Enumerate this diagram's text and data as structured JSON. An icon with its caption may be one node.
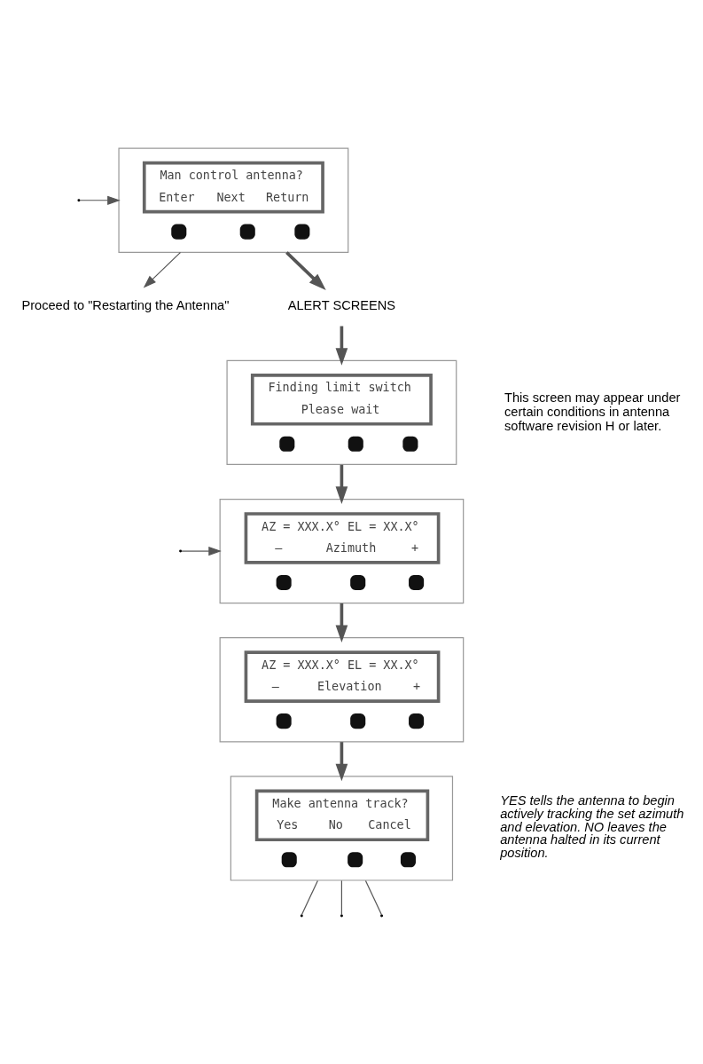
{
  "diagram": {
    "nodes": [
      {
        "text": [
          "Man control antenna?",
          "Enter",
          "Next",
          "Return"
        ]
      },
      {
        "text": [
          "Proceed to \"Restarting the Antenna\""
        ]
      },
      {
        "text": [
          "ALERT SCREENS"
        ]
      },
      {
        "text": [
          "Finding limit switch",
          "Please wait"
        ],
        "beside": [
          "This screen may appear under certain conditions in antenna software revision H or later."
        ]
      },
      {
        "text": [
          "AZ = XXX.X° EL = XX.X°",
          "–",
          "Azimuth",
          "+"
        ]
      },
      {
        "text": [
          "AZ = XXX.X° EL = XX.X°",
          "–",
          "Elevation",
          "+"
        ]
      },
      {
        "text": [
          "Make antenna track?",
          "Yes",
          "No",
          "Cancel"
        ],
        "beside": [
          "YES tells the antenna to begin actively tracking the set azimuth and elevation. NO leaves the antenna halted in its current position."
        ]
      }
    ],
    "edges": [
      {
        "from": 0,
        "to": 2,
        "arrow": "to",
        "style": "thick"
      },
      {
        "from": 0,
        "to": 1,
        "arrow": "to"
      },
      {
        "from": 2,
        "to": 3,
        "arrow": "to",
        "style": "thick"
      },
      {
        "from": 3,
        "to": 4,
        "arrow": "to",
        "style": "thick"
      },
      {
        "from": 4,
        "to": 5,
        "arrow": "to",
        "style": "thick"
      },
      {
        "from": 5,
        "to": 6,
        "arrow": "to",
        "style": "thick"
      },
      {
        "from": 6,
        "to": null,
        "arrow": "none"
      },
      {
        "from": 6,
        "to": null,
        "arrow": "none"
      },
      {
        "from": 6,
        "to": null,
        "arrow": "none"
      },
      {
        "from": null,
        "to": 0,
        "arrow": "to"
      },
      {
        "from": null,
        "to": 4,
        "arrow": "to"
      }
    ]
  }
}
